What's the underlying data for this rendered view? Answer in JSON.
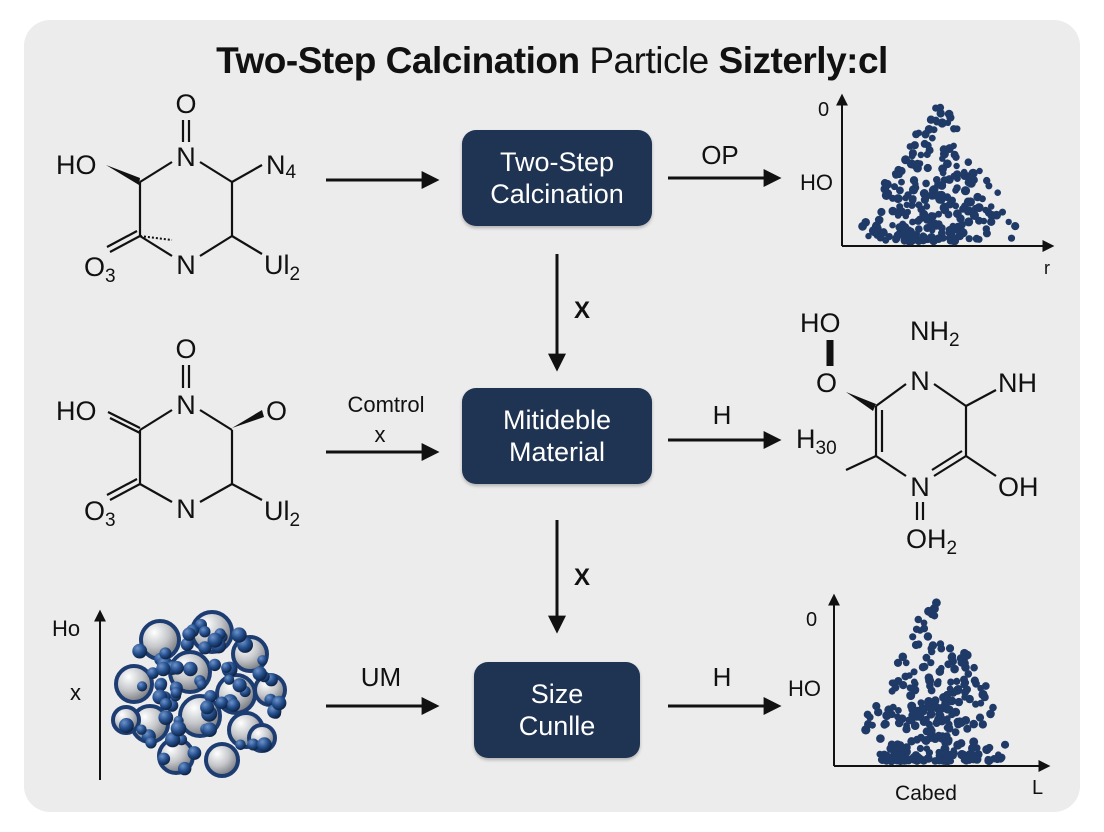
{
  "title": {
    "bold": "Two-Step Calcination",
    "light": "Particle",
    "bold2": "Sizterly:cl"
  },
  "colors": {
    "box": "#1f3352",
    "dots": "#1f3a66",
    "panel": "#ececed"
  },
  "boxes": [
    {
      "id": "calcination",
      "lines": [
        "Two-Step",
        "Calcination"
      ]
    },
    {
      "id": "material",
      "lines": [
        "Mitideble",
        "Material"
      ]
    },
    {
      "id": "size",
      "lines": [
        "Size",
        "Cunlle"
      ]
    }
  ],
  "arrow_labels": {
    "row1_right": "OP",
    "row2_left_top": "Comtrol",
    "row2_left_bottom": "x",
    "row2_right": "H",
    "row3_left": "UM",
    "row3_right": "H",
    "down1": "X",
    "down2": "X"
  },
  "molecules": {
    "m1": {
      "top": "O",
      "ring_n_top": "N",
      "left": "HO",
      "right": "N",
      "right_sub": "4",
      "bottom_n": "N",
      "bottom_left": "O",
      "bottom_left_sub": "3",
      "bottom_right": "Ul",
      "bottom_right_sub": "2"
    },
    "m2": {
      "top": "O",
      "ring_n_top": "N",
      "left": "HO",
      "right": "O",
      "bottom_n": "N",
      "bottom_left": "O",
      "bottom_left_sub": "3",
      "bottom_right": "Ul",
      "bottom_right_sub": "2"
    },
    "m3": {
      "ho": "HO",
      "o": "O",
      "n_top": "N",
      "nh2": "NH",
      "nh2_sub": "2",
      "nh": "NH",
      "h30": "H",
      "h30_sub": "30",
      "n_bottom": "N",
      "oh": "OH",
      "oh2": "OH",
      "oh2_sub": "2"
    }
  },
  "cluster": {
    "axis_top": "Ho",
    "axis_mid": "x"
  },
  "scatter_top": {
    "y_top": "0",
    "y_mid": "HO",
    "x_end": "r"
  },
  "scatter_bottom": {
    "y_top": "0",
    "y_mid": "HO",
    "x_label": "Cabed",
    "x_end": "L"
  }
}
